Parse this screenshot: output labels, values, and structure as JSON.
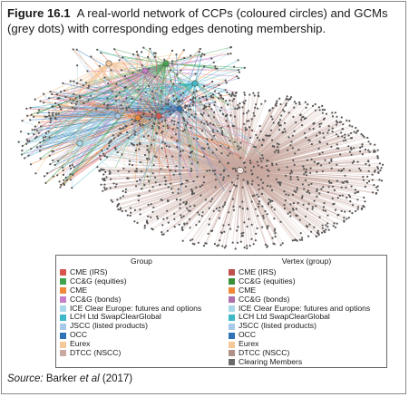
{
  "figure": {
    "label": "Figure 16.1",
    "caption": "A real-world network of CCPs (coloured circles) and GCMs (grey dots) with corresponding edges denoting membership."
  },
  "legend": {
    "group_title": "Group",
    "vertex_title": "Vertex (group)",
    "group_items": [
      {
        "label": "CME (IRS)",
        "color": "#d9534f"
      },
      {
        "label": "CC&G (equities)",
        "color": "#3fa34d"
      },
      {
        "label": "CME",
        "color": "#f0883a"
      },
      {
        "label": "CC&G (bonds)",
        "color": "#c77dc7"
      },
      {
        "label": "ICE Clear Europe: futures and options",
        "color": "#a9d9e8"
      },
      {
        "label": "LCH Ltd SwapClearGlobal",
        "color": "#3fb8c8"
      },
      {
        "label": "JSCC (listed products)",
        "color": "#a8c8e8"
      },
      {
        "label": "OCC",
        "color": "#2f72b8"
      },
      {
        "label": "Eurex",
        "color": "#f5c89a"
      },
      {
        "label": "DTCC (NSCC)",
        "color": "#c9a9a0"
      }
    ],
    "vertex_items": [
      {
        "label": "CME (IRS)",
        "color": "#c0504d"
      },
      {
        "label": "CC&G (equities)",
        "color": "#3a8f3a"
      },
      {
        "label": "CME",
        "color": "#f0883a"
      },
      {
        "label": "CC&G (bonds)",
        "color": "#b070b0"
      },
      {
        "label": "ICE Clear Europe: futures and options",
        "color": "#a9d9e8"
      },
      {
        "label": "LCH Ltd SwapClearGlobal",
        "color": "#3fb8c8"
      },
      {
        "label": "JSCC (listed products)",
        "color": "#a8c8e8"
      },
      {
        "label": "OCC",
        "color": "#2f72b8"
      },
      {
        "label": "Eurex",
        "color": "#f5c89a"
      },
      {
        "label": "DTCC (NSCC)",
        "color": "#b09088"
      },
      {
        "label": "Clearing Members",
        "color": "#6a6a6a"
      }
    ]
  },
  "source": {
    "label": "Source:",
    "authors": "Barker",
    "etal": "et al",
    "year": "(2017)"
  }
}
